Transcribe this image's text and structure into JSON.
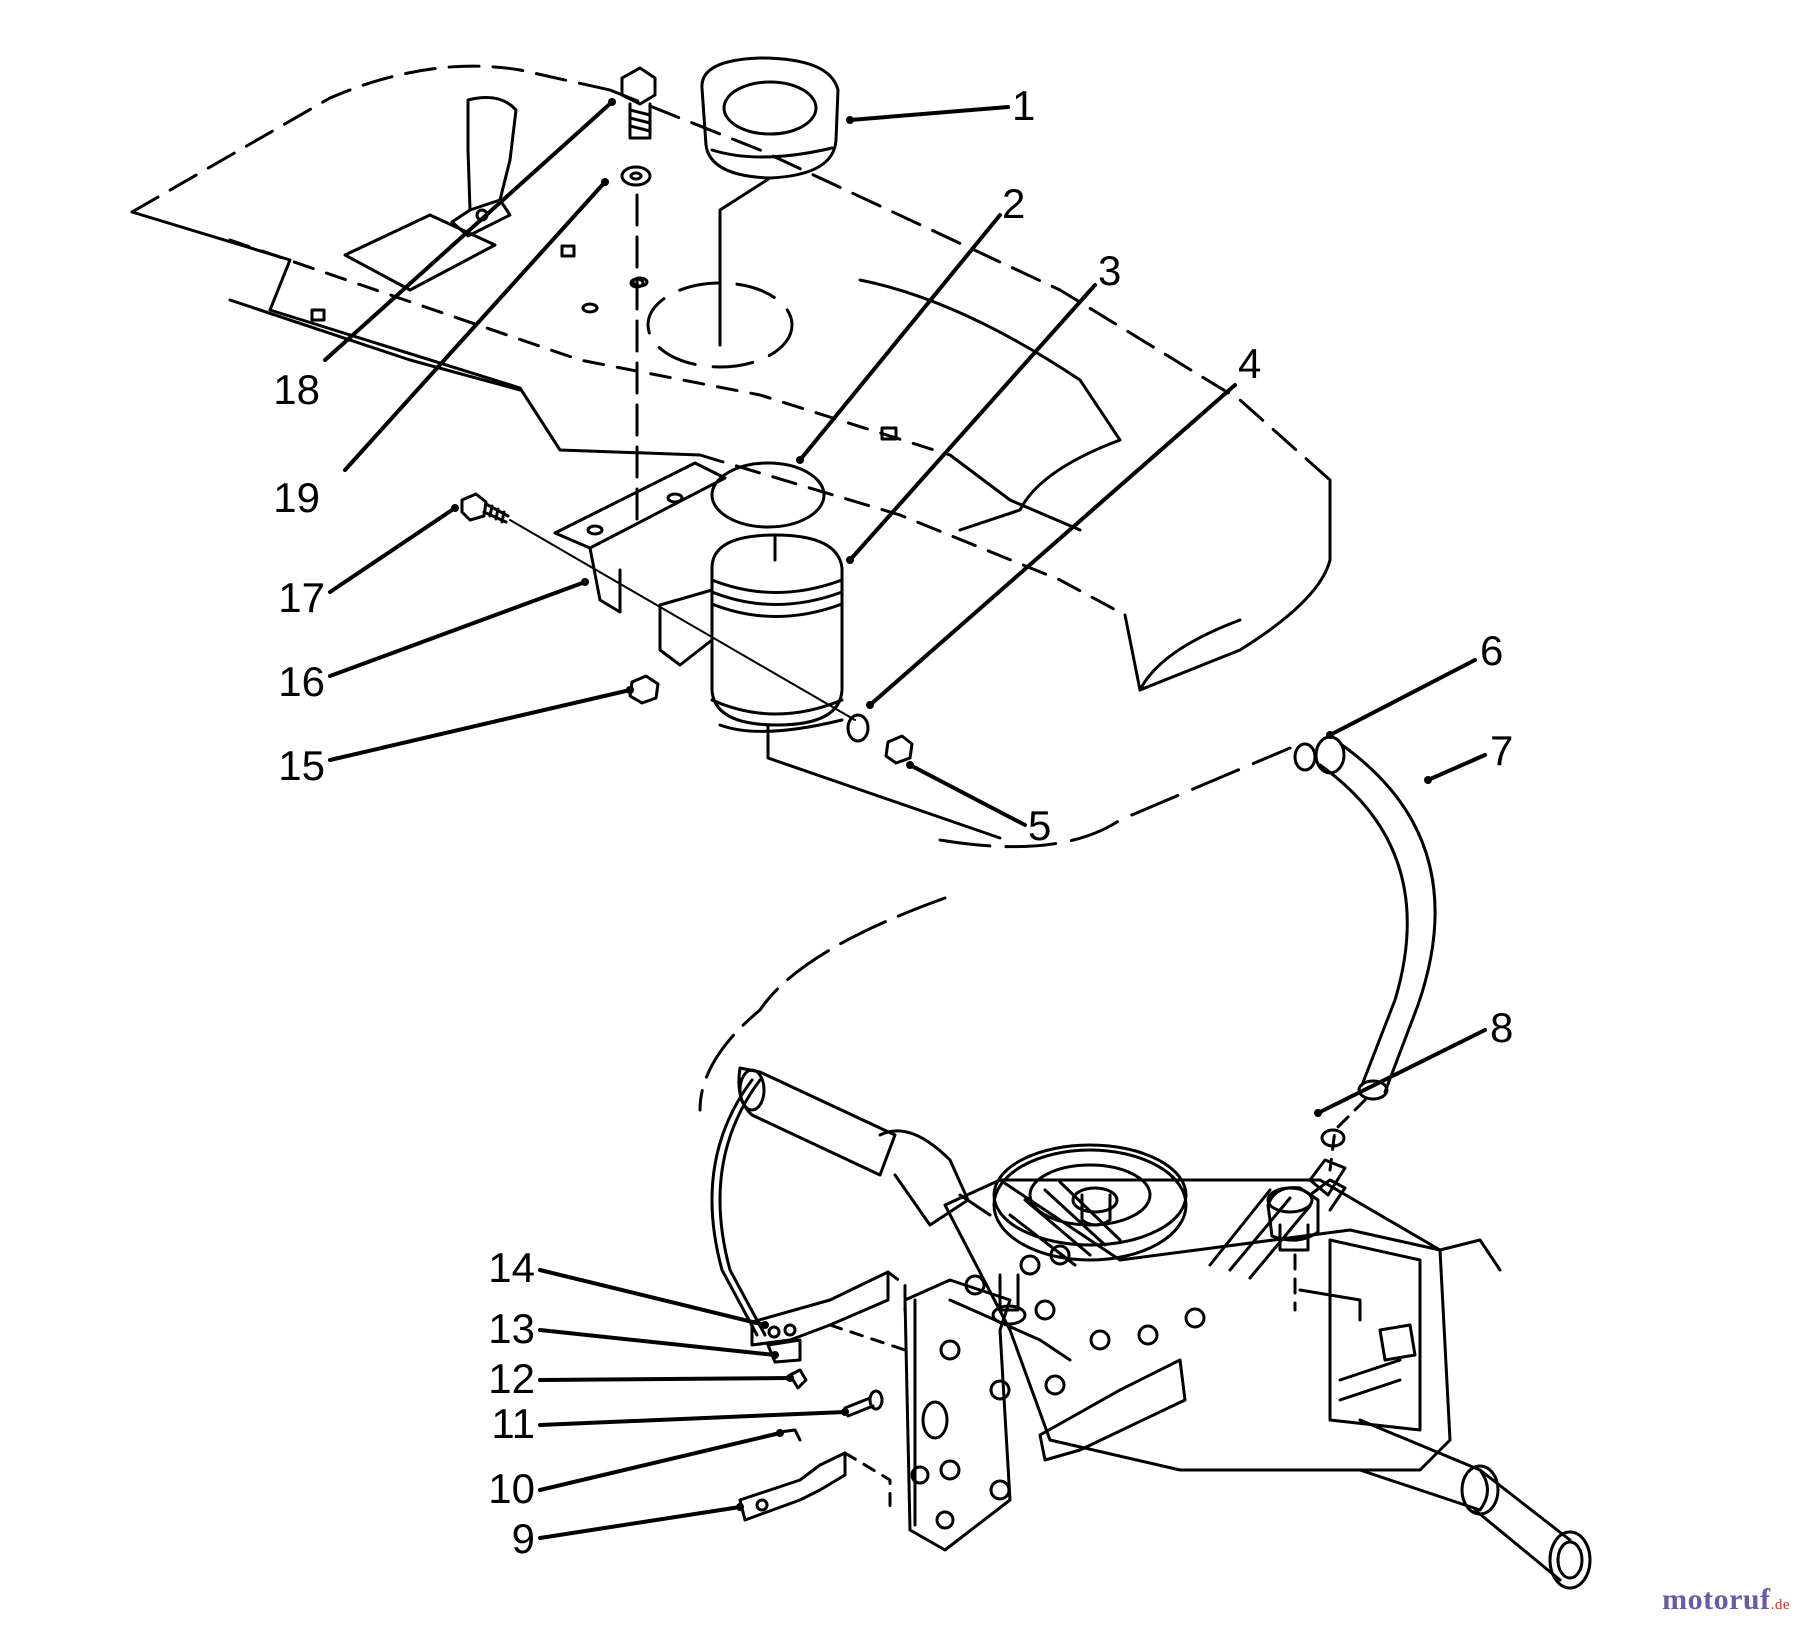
{
  "diagram": {
    "callouts": [
      {
        "id": "c1",
        "label": "1"
      },
      {
        "id": "c2",
        "label": "2"
      },
      {
        "id": "c3",
        "label": "3"
      },
      {
        "id": "c4",
        "label": "4"
      },
      {
        "id": "c5",
        "label": "5"
      },
      {
        "id": "c6",
        "label": "6"
      },
      {
        "id": "c7",
        "label": "7"
      },
      {
        "id": "c8",
        "label": "8"
      },
      {
        "id": "c9",
        "label": "9"
      },
      {
        "id": "c10",
        "label": "10"
      },
      {
        "id": "c11",
        "label": "11"
      },
      {
        "id": "c12",
        "label": "12"
      },
      {
        "id": "c13",
        "label": "13"
      },
      {
        "id": "c14",
        "label": "14"
      },
      {
        "id": "c15",
        "label": "15"
      },
      {
        "id": "c16",
        "label": "16"
      },
      {
        "id": "c17",
        "label": "17"
      },
      {
        "id": "c18",
        "label": "18"
      },
      {
        "id": "c19",
        "label": "19"
      }
    ]
  },
  "watermark": {
    "brand": "motoruf",
    "suffix": ".de"
  },
  "colors": {
    "line": "#000000",
    "watermark": "#6b5aa6",
    "watermark_suffix": "#c0392b"
  }
}
